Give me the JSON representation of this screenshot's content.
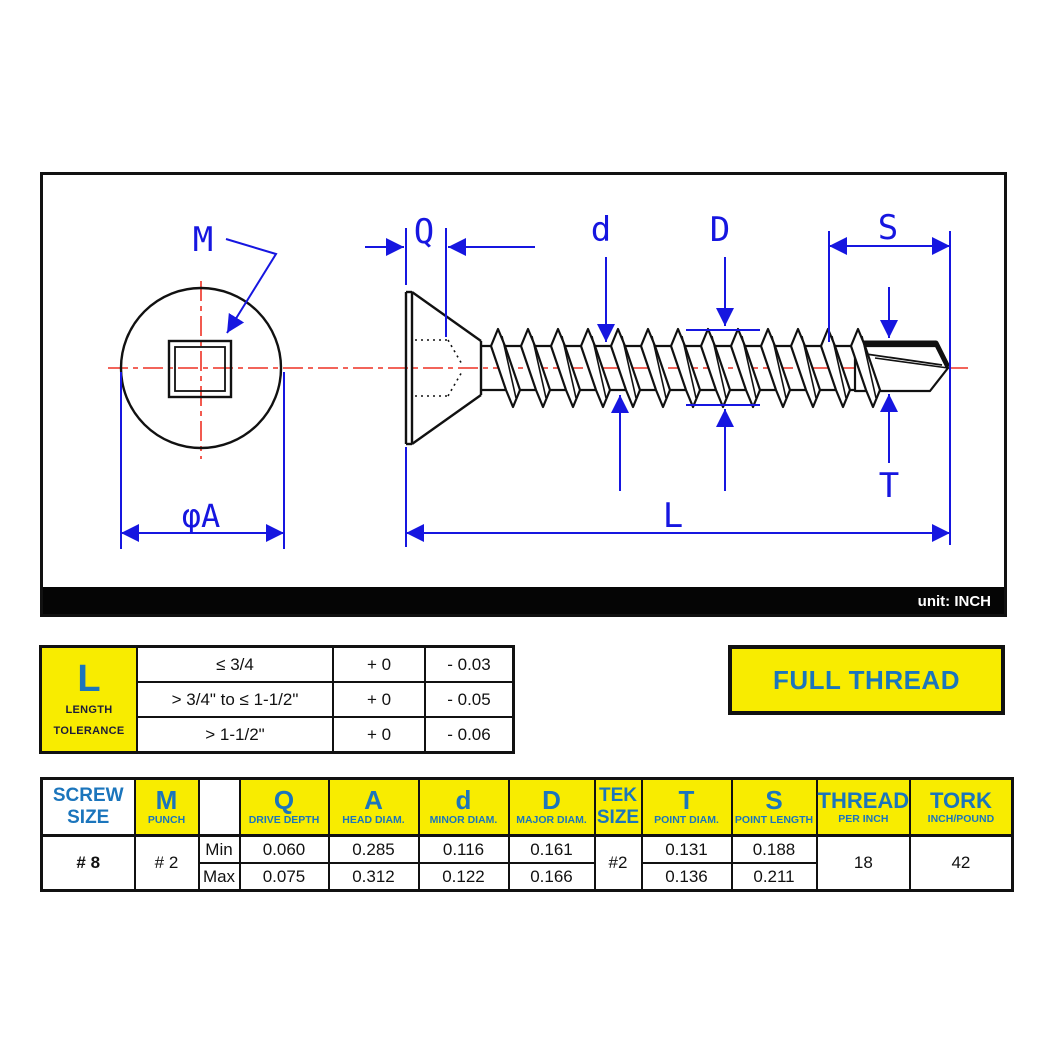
{
  "drawing": {
    "labels": {
      "m": "M",
      "q": "Q",
      "d_minor": "d",
      "d_major": "D",
      "s": "S",
      "t": "T",
      "l": "L",
      "phi_a": "φA"
    },
    "unit_label": "unit: INCH"
  },
  "tolerance": {
    "header": {
      "symbol": "L",
      "line1": "LENGTH",
      "line2": "TOLERANCE"
    },
    "rows": [
      {
        "range": "≤ 3/4",
        "plus": "+ 0",
        "minus": "- 0.03"
      },
      {
        "range": "> 3/4\" to ≤ 1-1/2\"",
        "plus": "+ 0",
        "minus": "- 0.05"
      },
      {
        "range": "> 1-1/2\"",
        "plus": "+ 0",
        "minus": "- 0.06"
      }
    ]
  },
  "full_thread": {
    "label": "FULL THREAD"
  },
  "spec_table": {
    "minmax": {
      "min": "Min",
      "max": "Max"
    },
    "screw": {
      "title1": "SCREW",
      "title2": "SIZE",
      "value": "# 8"
    },
    "m": {
      "title": "M",
      "subtitle": "PUNCH",
      "value": "# 2"
    },
    "q": {
      "title": "Q",
      "subtitle": "DRIVE DEPTH",
      "min": "0.060",
      "max": "0.075"
    },
    "a": {
      "title": "A",
      "subtitle": "HEAD DIAM.",
      "min": "0.285",
      "max": "0.312"
    },
    "d_minor": {
      "title": "d",
      "subtitle": "MINOR DIAM.",
      "min": "0.116",
      "max": "0.122"
    },
    "d_major": {
      "title": "D",
      "subtitle": "MAJOR DIAM.",
      "min": "0.161",
      "max": "0.166"
    },
    "tek": {
      "title1": "TEK",
      "title2": "SIZE",
      "value": "#2"
    },
    "t": {
      "title": "T",
      "subtitle": "POINT DIAM.",
      "min": "0.131",
      "max": "0.136"
    },
    "s": {
      "title": "S",
      "subtitle": "POINT LENGTH",
      "min": "0.188",
      "max": "0.211"
    },
    "thread": {
      "title": "THREAD",
      "subtitle": "PER INCH",
      "value": "18"
    },
    "tork": {
      "title": "TORK",
      "subtitle": "INCH/POUND",
      "value": "42"
    }
  },
  "colors": {
    "table_blue": "#1b75bc",
    "drawing_blue": "#1616e0",
    "centerline_red": "#ee3124",
    "highlight_yellow": "#f8ec00"
  }
}
